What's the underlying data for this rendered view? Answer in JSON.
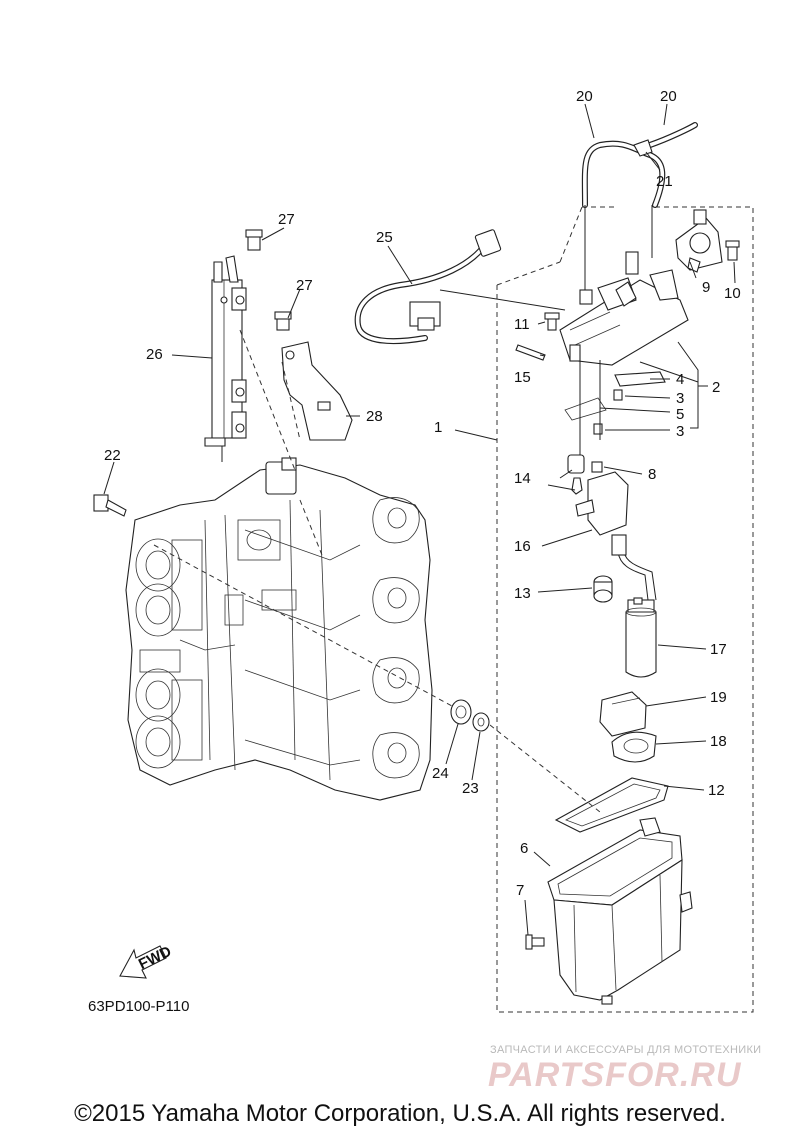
{
  "diagram": {
    "code": "63PD100-P110",
    "fwd_label": "FWD",
    "callouts": {
      "c20a": "20",
      "c20b": "20",
      "c21": "21",
      "c27a": "27",
      "c27b": "27",
      "c25": "25",
      "c9": "9",
      "c10": "10",
      "c11": "11",
      "c26": "26",
      "c15": "15",
      "c4": "4",
      "c2": "2",
      "c3a": "3",
      "c5": "5",
      "c3b": "3",
      "c28": "28",
      "c1": "1",
      "c22": "22",
      "c14": "14",
      "c8": "8",
      "c16": "16",
      "c13": "13",
      "c17": "17",
      "c19": "19",
      "c18": "18",
      "c24": "24",
      "c23": "23",
      "c12": "12",
      "c6": "6",
      "c7": "7"
    }
  },
  "footer": {
    "copyright": "©2015 Yamaha Motor Corporation, U.S.A. All rights reserved."
  },
  "watermark": {
    "subtitle": "ЗАПЧАСТИ И АКСЕССУАРЫ ДЛЯ МОТОТЕХНИКИ",
    "logo": "PARTSFOR.RU"
  }
}
